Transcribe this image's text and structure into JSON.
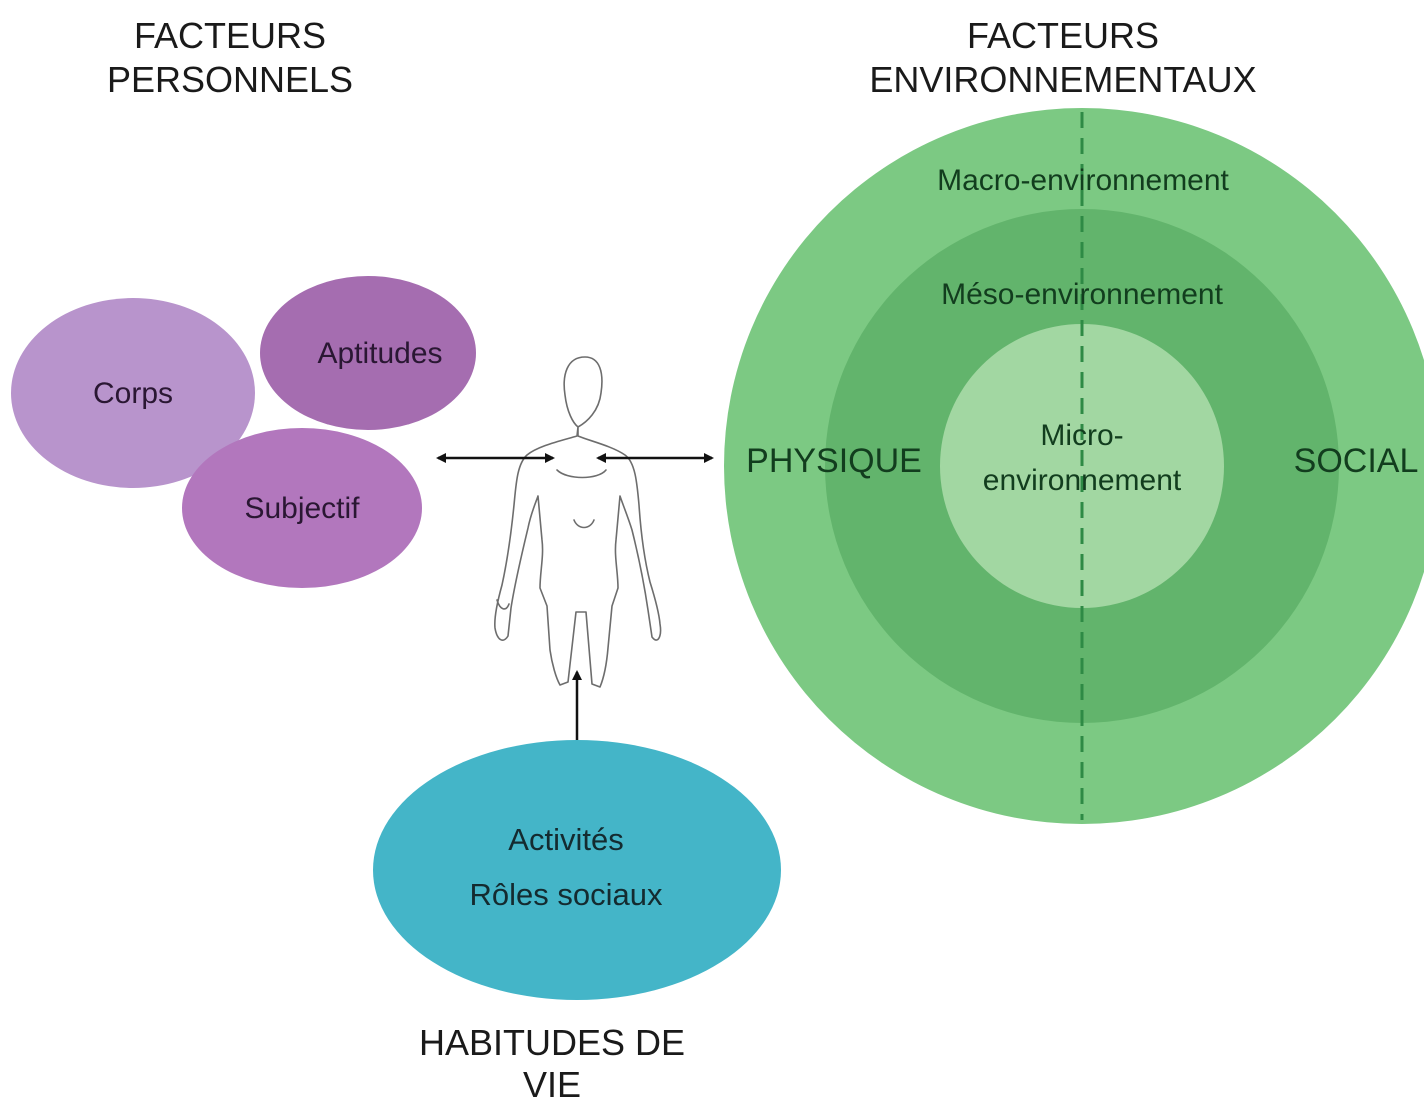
{
  "headings": {
    "personal_line1": "FACTEURS",
    "personal_line2": "PERSONNELS",
    "environmental_line1": "FACTEURS",
    "environmental_line2": "ENVIRONNEMENTAUX",
    "habits_line1": "HABITUDES DE",
    "habits_line2": "VIE"
  },
  "personal_factors": {
    "corps": "Corps",
    "aptitudes": "Aptitudes",
    "subjectif": "Subjectif"
  },
  "environment": {
    "macro": "Macro-environnement",
    "meso": "Méso-environnement",
    "micro_line1": "Micro-",
    "micro_line2": "environnement",
    "physique": "PHYSIQUE",
    "social": "SOCIAL"
  },
  "habits": {
    "activities": "Activités",
    "roles": "Rôles sociaux"
  },
  "colors": {
    "corps_fill": "#b894cc",
    "aptitudes_fill": "#a56db0",
    "subjectif_fill": "#b277bd",
    "macro_fill": "#7cc983",
    "meso_fill": "#62b46c",
    "micro_fill": "#a2d7a2",
    "divider": "#2e8a45",
    "habits_fill": "#44b5c8",
    "arrow": "#111111"
  },
  "icons": {
    "human_figure": "human-body-outline-icon"
  }
}
